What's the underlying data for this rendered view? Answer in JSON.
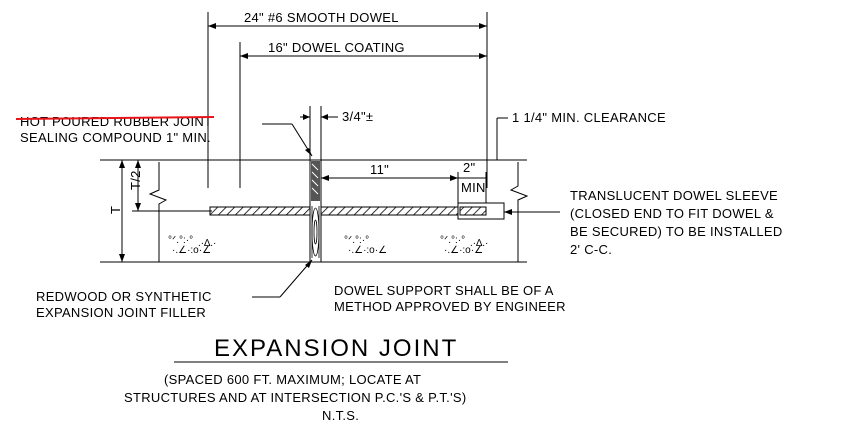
{
  "labels": {
    "dowel": "24\" #6 SMOOTH DOWEL",
    "coating": "16\" DOWEL COATING",
    "sealing_line1": "HOT POURED RUBBER JOINT",
    "sealing_line2": "SEALING COMPOUND 1\" MIN.",
    "joint_width": "3/4\"±",
    "clearance": "1 1/4\" MIN. CLEARANCE",
    "eleven": "11\"",
    "two": "2\"",
    "min": "MIN",
    "thickness": "T",
    "half_thickness": "T/2",
    "sleeve_line1": "TRANSLUCENT DOWEL SLEEVE",
    "sleeve_line2": "(CLOSED END TO FIT DOWEL &",
    "sleeve_line3": "BE SECURED) TO BE INSTALLED",
    "sleeve_line4": "2' C-C.",
    "filler_line1": "REDWOOD OR SYNTHETIC",
    "filler_line2": "EXPANSION JOINT FILLER",
    "support_line1": "DOWEL SUPPORT SHALL BE OF A",
    "support_line2": "METHOD APPROVED BY ENGINEER",
    "title": "EXPANSION JOINT",
    "note_line1": "(SPACED 600 FT. MAXIMUM; LOCATE AT",
    "note_line2": "STRUCTURES AND AT INTERSECTION P.C.'S & P.T.'S)",
    "nts": "N.T.S."
  },
  "colors": {
    "ink": "#000000",
    "strike": "#e8141a",
    "background": "#ffffff"
  }
}
